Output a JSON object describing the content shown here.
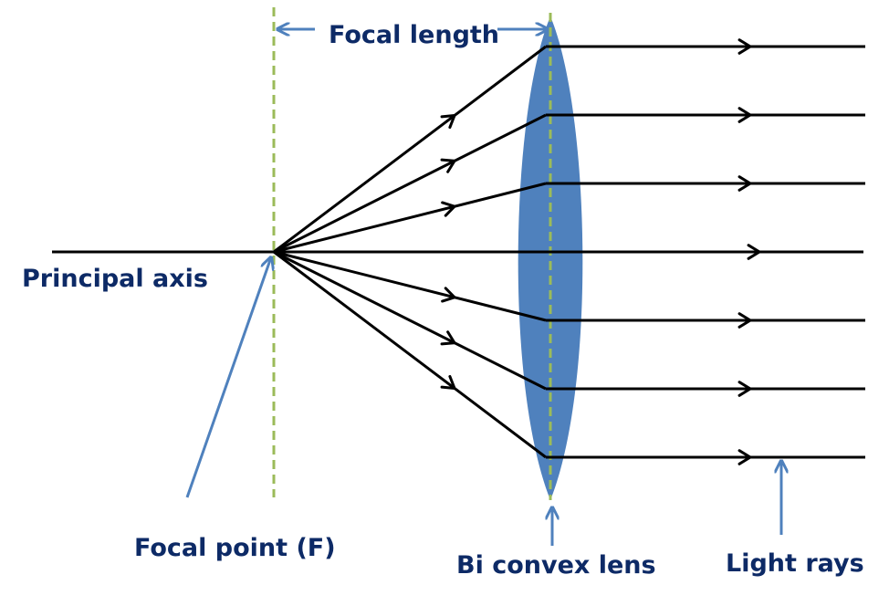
{
  "labels": {
    "focal_length": "Focal length",
    "principal_axis": "Principal axis",
    "focal_point": "Focal point (F)",
    "lens": "Bi convex lens",
    "light_rays": "Light rays"
  },
  "colors": {
    "lens_fill": "#4f81bd",
    "guide_line": "#9bbb59",
    "pointer_arrow": "#4f81bd",
    "ray": "#000000",
    "text": "#0d2a66"
  },
  "ray_count": 7
}
